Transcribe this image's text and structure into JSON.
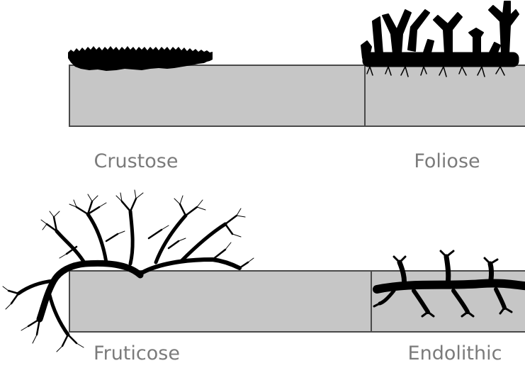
{
  "labels": {
    "crustose": "Crustose",
    "foliose": "Foliose",
    "fruticose": "Fruticose",
    "endolithic": "Endolithic"
  },
  "colors": {
    "substrate": "#c6c6c6",
    "outline": "#4a4a4a",
    "lichen": "#000000",
    "label": "#7b7b7b"
  }
}
